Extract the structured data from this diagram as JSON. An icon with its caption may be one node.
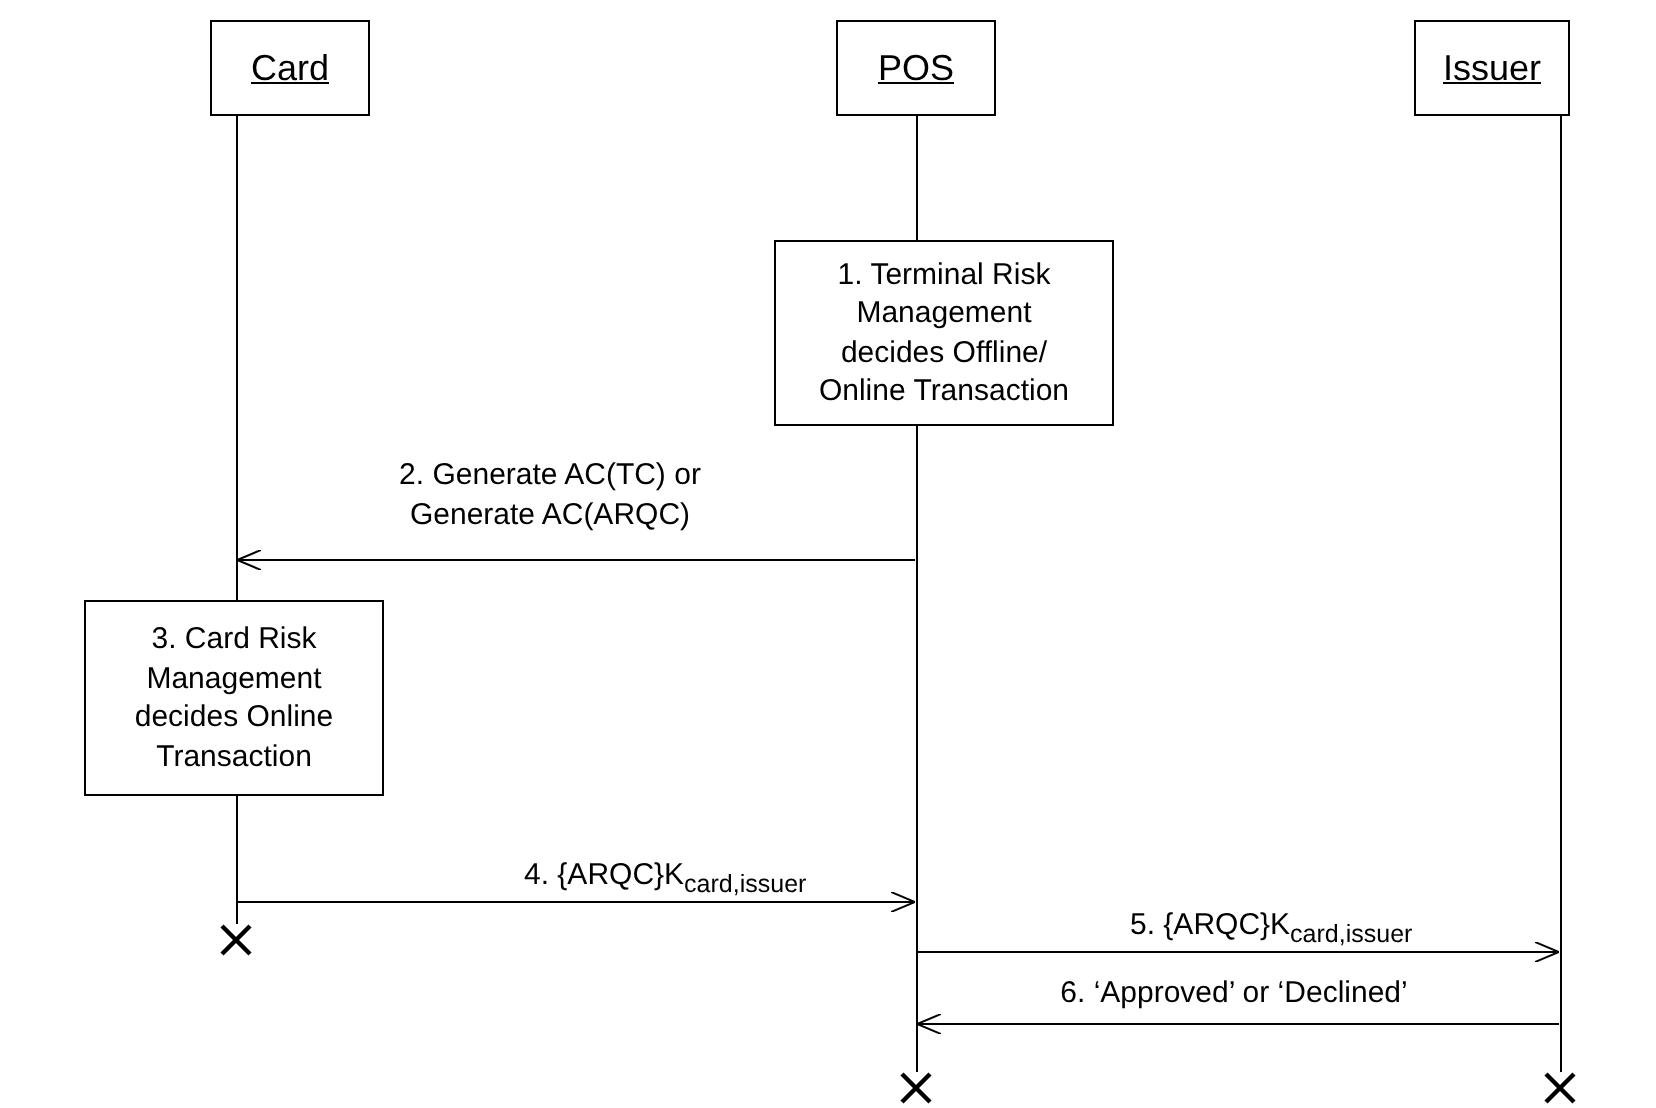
{
  "diagram": {
    "nodes": [
      {
        "text": [
          "Card"
        ]
      },
      {
        "text": [
          "POS"
        ]
      },
      {
        "text": [
          "Issuer"
        ]
      },
      {
        "text": [
          "1. Terminal Risk Management decides Offline/ Online Transaction"
        ]
      },
      {
        "text": [
          "3. Card Risk Management decides Online Transaction"
        ]
      },
      {
        "text": [],
        "shape": "bar"
      },
      {
        "text": [],
        "shape": "bar"
      },
      {
        "text": [],
        "shape": "bar"
      },
      {
        "text": [],
        "shape": "cross"
      },
      {
        "text": [],
        "shape": "cross"
      },
      {
        "text": [],
        "shape": "cross"
      }
    ],
    "edges": [
      {
        "from": 6,
        "to": 5,
        "arrow": "to",
        "label": "2. Generate AC(TC) or Generate AC(ARQC)"
      },
      {
        "from": 5,
        "to": 6,
        "arrow": "to",
        "label": "4. {ARQC}K$_{card,issuer}$"
      },
      {
        "from": 6,
        "to": 7,
        "arrow": "to",
        "label": "5. {ARQC}K$_{card,issuer}$"
      },
      {
        "from": 7,
        "to": 6,
        "arrow": "to",
        "label": "6. ‘Approved’ or ‘Declined’"
      }
    ]
  }
}
